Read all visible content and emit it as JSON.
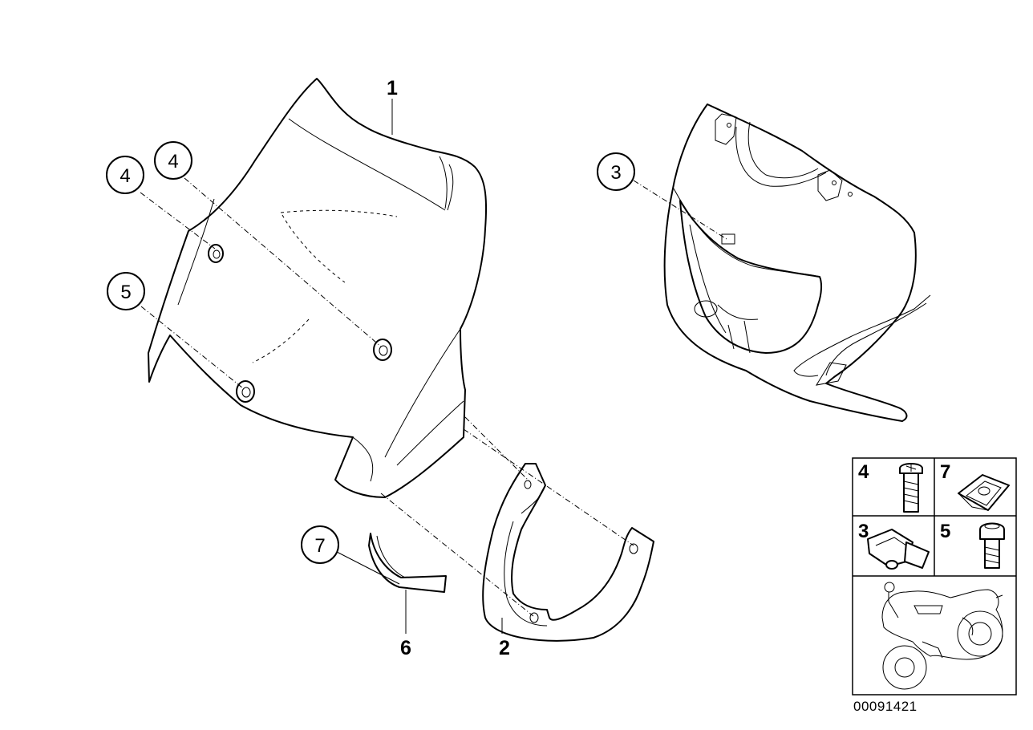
{
  "parts": [
    {
      "id": "p1",
      "label": "1"
    },
    {
      "id": "p2",
      "label": "2"
    },
    {
      "id": "p3",
      "label": "3"
    },
    {
      "id": "p4a",
      "label": "4"
    },
    {
      "id": "p4b",
      "label": "4"
    },
    {
      "id": "p5",
      "label": "5"
    },
    {
      "id": "p6",
      "label": "6"
    },
    {
      "id": "p7",
      "label": "7"
    }
  ],
  "legend": {
    "cells": [
      {
        "label": "4",
        "icon": "screw-icon"
      },
      {
        "label": "7",
        "icon": "clip-nut-icon"
      },
      {
        "label": "3",
        "icon": "bracket-clip-icon"
      },
      {
        "label": "5",
        "icon": "bolt-icon"
      }
    ],
    "vehicle_icon": "motorcycle-icon"
  },
  "document_id": "00091421"
}
